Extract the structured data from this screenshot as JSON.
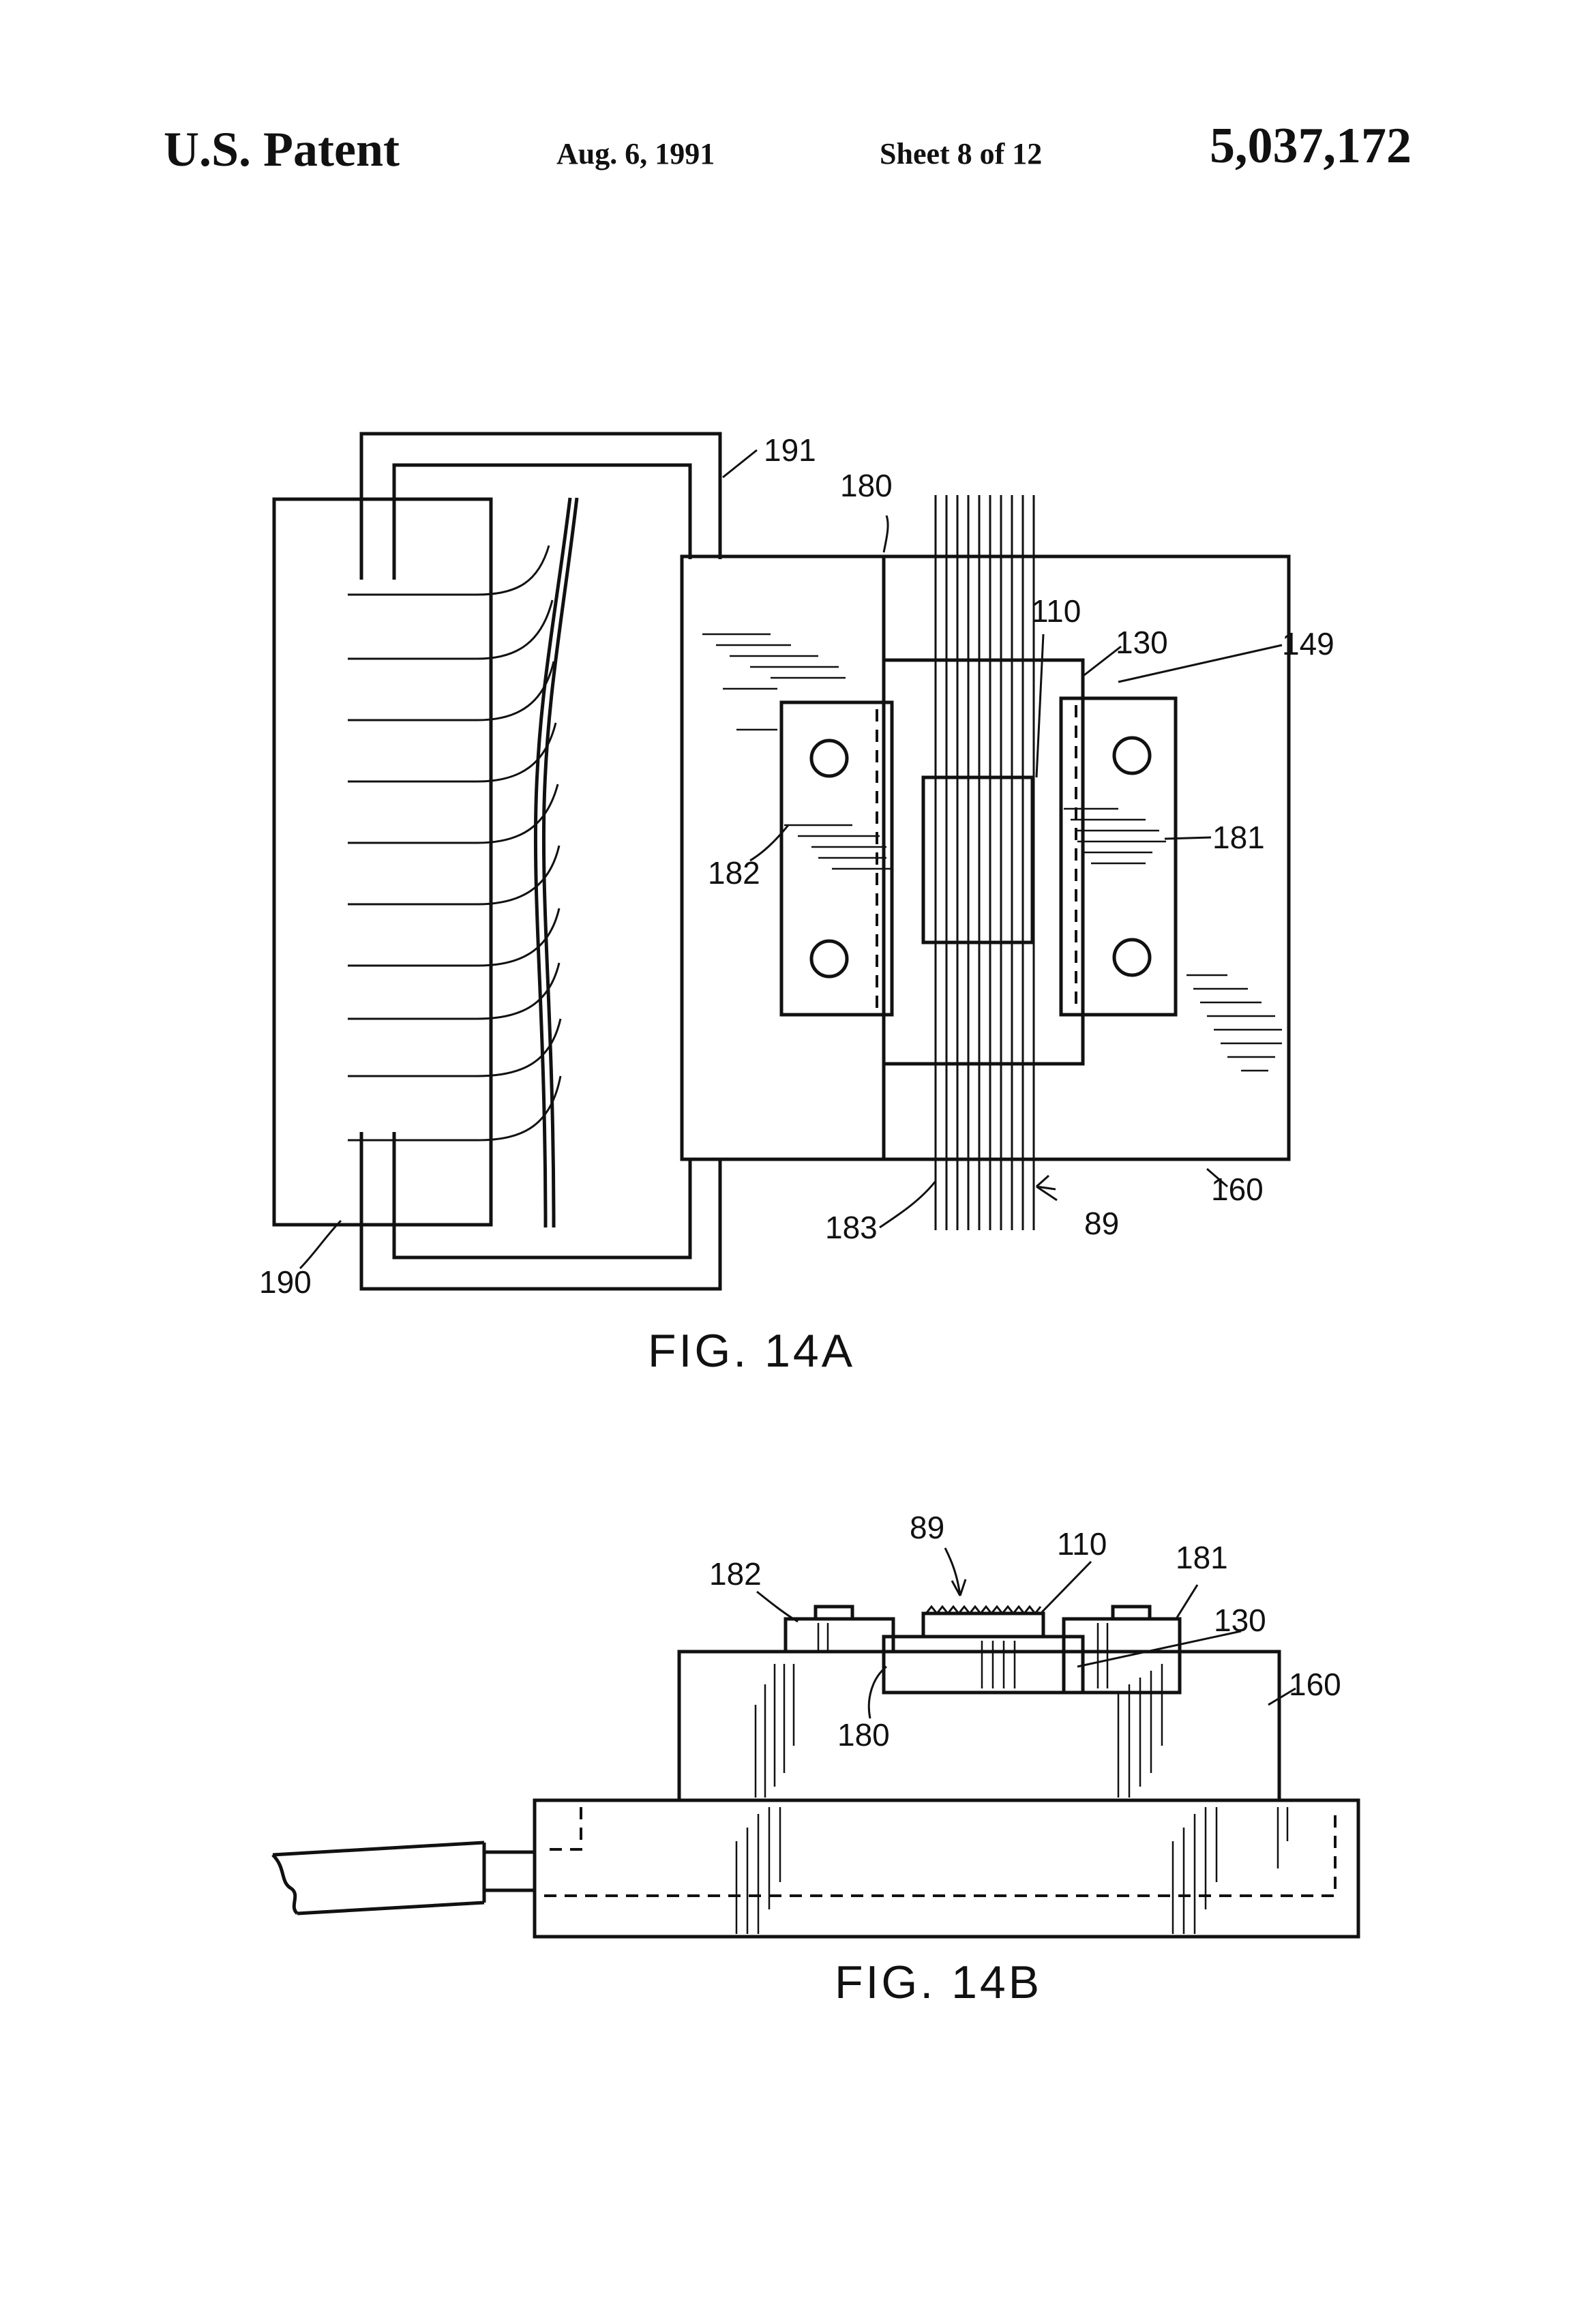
{
  "header": {
    "left": "U.S. Patent",
    "date": "Aug. 6, 1991",
    "sheet": "Sheet 8 of 12",
    "patent_number": "5,037,172"
  },
  "figures": [
    {
      "caption": "FIG. 14A",
      "labels": {
        "l191": "191",
        "l180": "180",
        "l110": "110",
        "l130": "130",
        "l149": "149",
        "l182": "182",
        "l181": "181",
        "l160": "160",
        "l183": "183",
        "l89": "89",
        "l190": "190"
      }
    },
    {
      "caption": "FIG. 14B",
      "labels": {
        "l89": "89",
        "l110": "110",
        "l182": "182",
        "l181": "181",
        "l130": "130",
        "l160": "160",
        "l180": "180"
      }
    }
  ]
}
